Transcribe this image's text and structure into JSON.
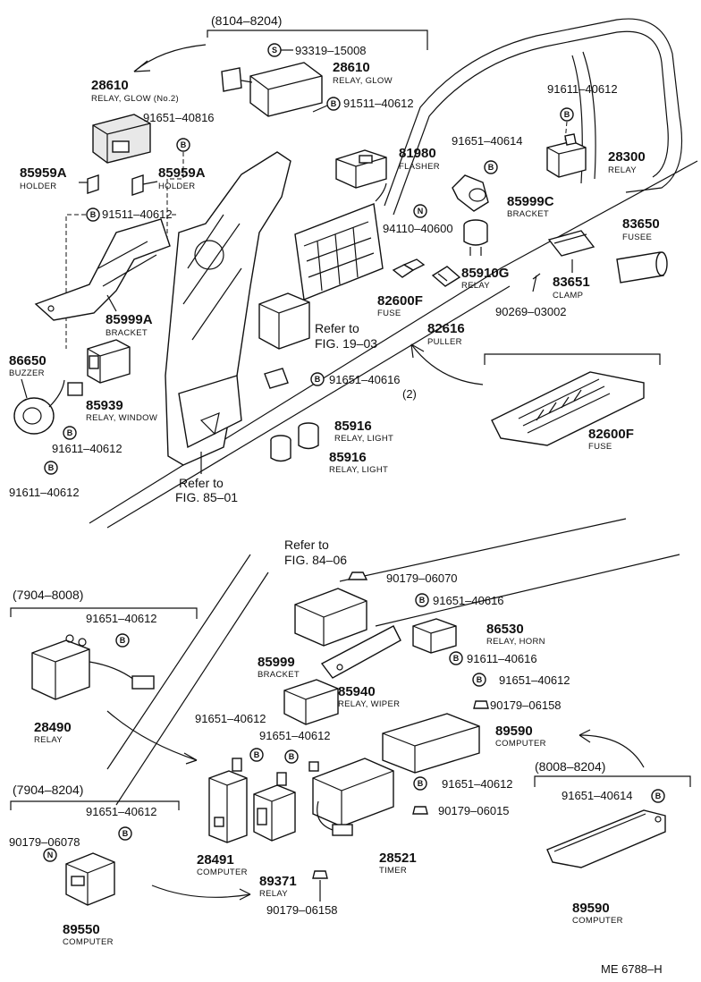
{
  "groups": {
    "g8104": "(8104–8204)",
    "g7904a": "(7904–8008)",
    "g7904b": "(7904–8204)",
    "g8008": "(8008–8204)"
  },
  "symbols": {
    "s": "S",
    "b": "B",
    "n": "N"
  },
  "refs": {
    "fig19_line1": "Refer to",
    "fig19_line2": "FIG. 19–03",
    "fig85_line1": "Refer to",
    "fig85_line2": "FIG. 85–01",
    "fig84_line1": "Refer to",
    "fig84_line2": "FIG. 84–06"
  },
  "parts": {
    "p28610a": {
      "num": "28610",
      "name": "RELAY, GLOW"
    },
    "p28610b": {
      "num": "28610",
      "name": "RELAY, GLOW (No.2)"
    },
    "p93319": "93319–15008",
    "p91511a": "91511–40612",
    "p91651_816": "91651–40816",
    "p85959a1": {
      "num": "85959A",
      "name": "HOLDER"
    },
    "p85959a2": {
      "num": "85959A",
      "name": "HOLDER"
    },
    "p91511b": "91511–40612",
    "p81980": {
      "num": "81980",
      "name": "FLASHER"
    },
    "p91611_top": "91611–40612",
    "p28300": {
      "num": "28300",
      "name": "RELAY"
    },
    "p91651_614a": "91651–40614",
    "p85999c": {
      "num": "85999C",
      "name": "BRACKET"
    },
    "p94110": "94110–40600",
    "p83650": {
      "num": "83650",
      "name": "FUSEE"
    },
    "p85910g": {
      "num": "85910G",
      "name": "RELAY"
    },
    "p83651": {
      "num": "83651",
      "name": "CLAMP"
    },
    "p82600f_a": {
      "num": "82600F",
      "name": "FUSE"
    },
    "p82616": {
      "num": "82616",
      "name": "PULLER"
    },
    "p90269": "90269–03002",
    "p85999a": {
      "num": "85999A",
      "name": "BRACKET"
    },
    "p86650": {
      "num": "86650",
      "name": "BUZZER"
    },
    "p85939": {
      "num": "85939",
      "name": "RELAY, WINDOW"
    },
    "p91611_mid": "91611–40612",
    "p91611_left": "91611–40612",
    "p91651_616a": "91651–40616",
    "p91651_616a_qty": "(2)",
    "p85916a": {
      "num": "85916",
      "name": "RELAY, LIGHT"
    },
    "p85916b": {
      "num": "85916",
      "name": "RELAY, LIGHT"
    },
    "p82600f_b": {
      "num": "82600F",
      "name": "FUSE"
    },
    "p90179_070": "90179–06070",
    "p91651_616b": "91651–40616",
    "p86530": {
      "num": "86530",
      "name": "RELAY, HORN"
    },
    "p91651_612a": "91651–40612",
    "p85999": {
      "num": "85999",
      "name": "BRACKET"
    },
    "p91611_616": "91611–40616",
    "p85940": {
      "num": "85940",
      "name": "RELAY, WIPER"
    },
    "p91651_612b": "91651–40612",
    "p90179_158a": "90179–06158",
    "p28490": {
      "num": "28490",
      "name": "RELAY"
    },
    "p91651_612c": "91651–40612",
    "p91651_612d": "91651–40612",
    "p89590a": {
      "num": "89590",
      "name": "COMPUTER"
    },
    "p91651_612e": "91651–40612",
    "p90179_015": "90179–06015",
    "p91651_612f": "91651–40612",
    "p90179_078": "90179–06078",
    "p89550": {
      "num": "89550",
      "name": "COMPUTER"
    },
    "p28491": {
      "num": "28491",
      "name": "COMPUTER"
    },
    "p89371": {
      "num": "89371",
      "name": "RELAY"
    },
    "p28521": {
      "num": "28521",
      "name": "TIMER"
    },
    "p90179_158b": "90179–06158",
    "p91651_614b": "91651–40614",
    "p89590b": {
      "num": "89590",
      "name": "COMPUTER"
    }
  },
  "footer_code": "ME 6788–H"
}
